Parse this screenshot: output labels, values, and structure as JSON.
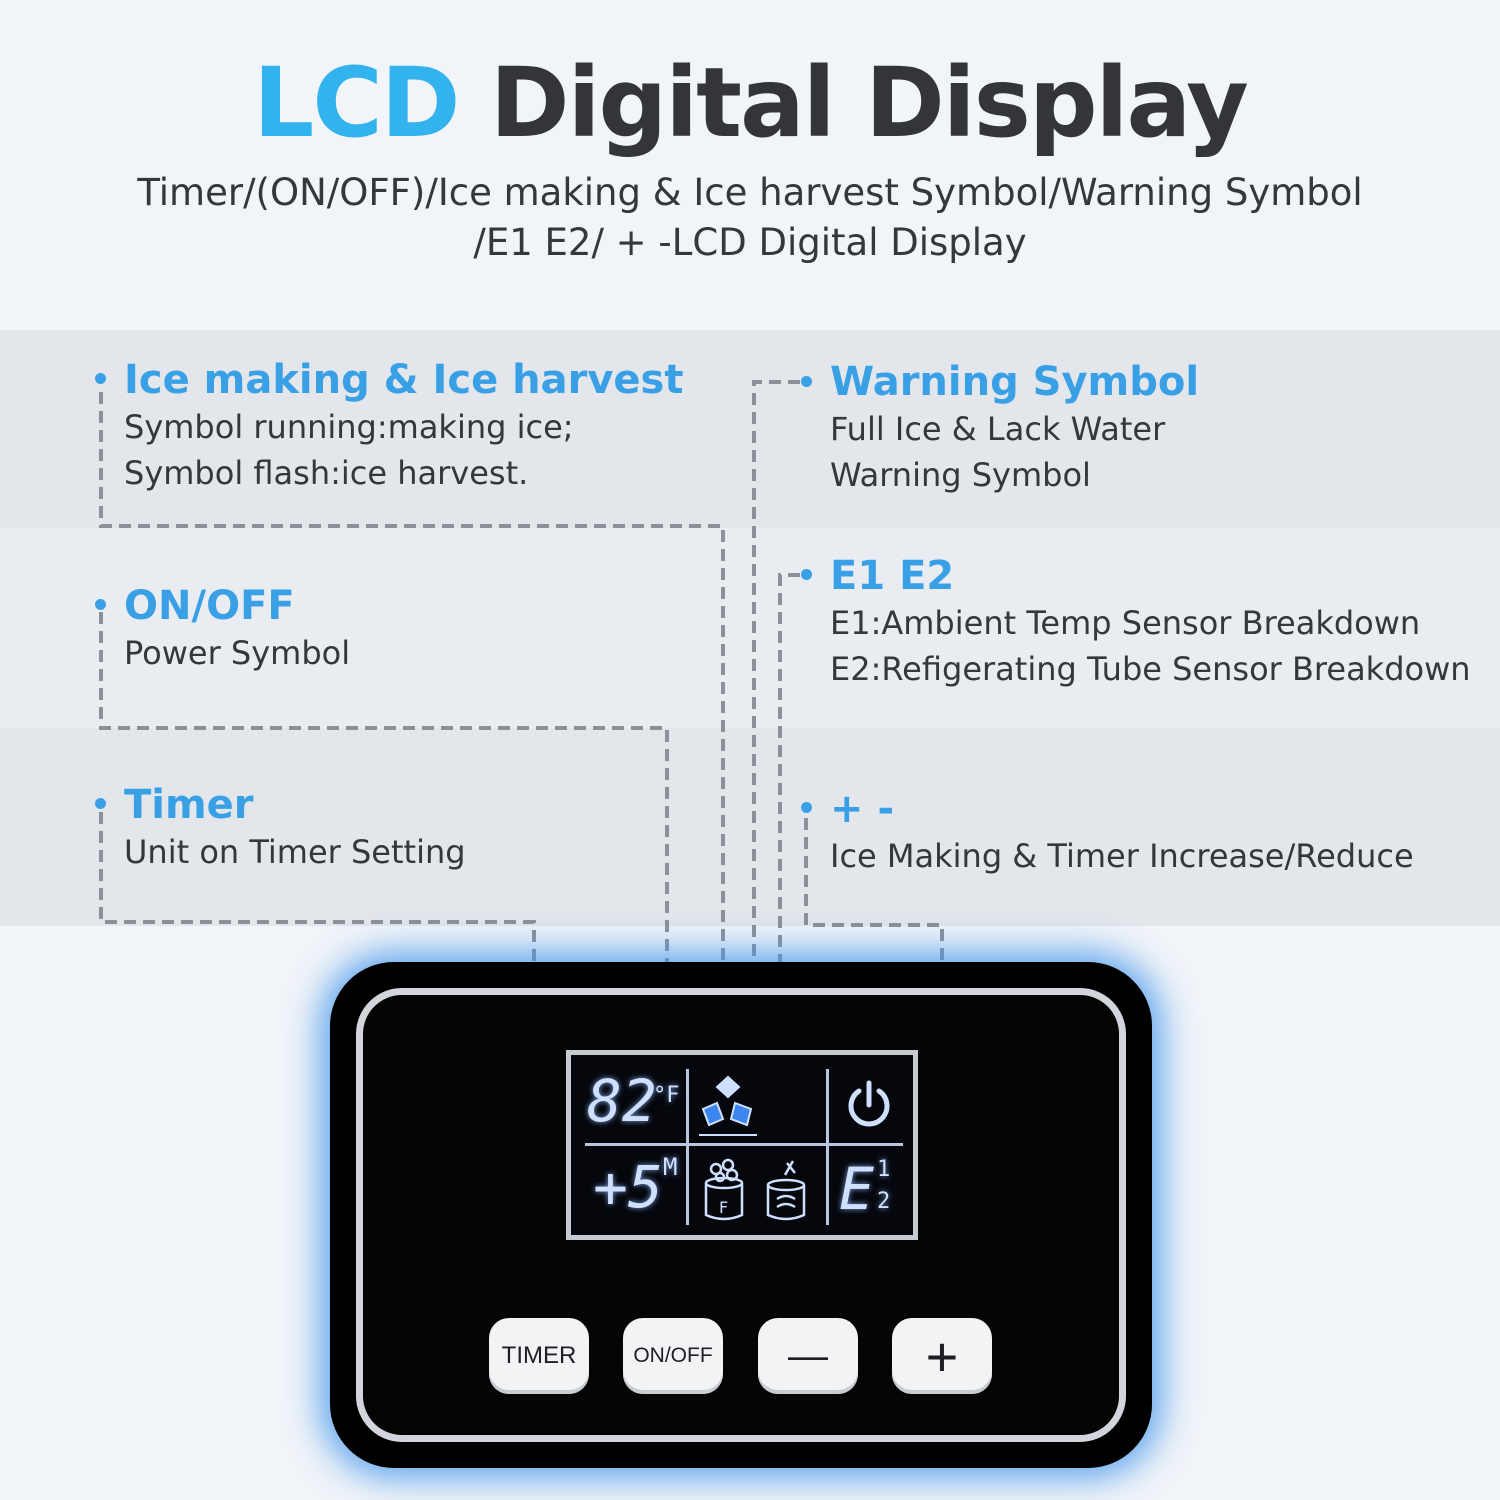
{
  "header": {
    "title_accent": "LCD",
    "title_rest": "Digital Display",
    "subtitle_line1": "Timer/(ON/OFF)/Ice making & Ice harvest Symbol/Warning Symbol",
    "subtitle_line2": "/E1 E2/ + -LCD Digital Display"
  },
  "features_left": [
    {
      "heading": "Ice making & Ice harvest",
      "lines": [
        "Symbol running:making ice;",
        "Symbol flash:ice harvest."
      ]
    },
    {
      "heading": "ON/OFF",
      "lines": [
        "Power Symbol"
      ]
    },
    {
      "heading": "Timer",
      "lines": [
        "Unit on Timer Setting"
      ]
    }
  ],
  "features_right": [
    {
      "heading": "Warning Symbol",
      "lines": [
        "Full Ice & Lack Water",
        "Warning Symbol"
      ]
    },
    {
      "heading": "E1 E2",
      "lines": [
        "E1:Ambient Temp Sensor Breakdown",
        "E2:Refigerating Tube Sensor Breakdown"
      ]
    },
    {
      "heading": "+ -",
      "lines": [
        "Ice Making & Timer Increase/Reduce"
      ]
    }
  ],
  "lcd": {
    "temperature": "82",
    "temp_unit": "°F",
    "timer_value": "+5",
    "timer_unit": "M",
    "error_letter": "E",
    "error_num1": "1",
    "error_num2": "2",
    "full_label": "F"
  },
  "buttons": {
    "timer": "TIMER",
    "onoff": "ON/OFF",
    "minus": "—",
    "plus": "+"
  },
  "colors": {
    "accent": "#33b3ee",
    "heading_blue": "#3aa0e6",
    "text": "#34373b",
    "panel": "#000000",
    "glow": "#4696eb",
    "lcd_segment": "#cfe0ff"
  }
}
